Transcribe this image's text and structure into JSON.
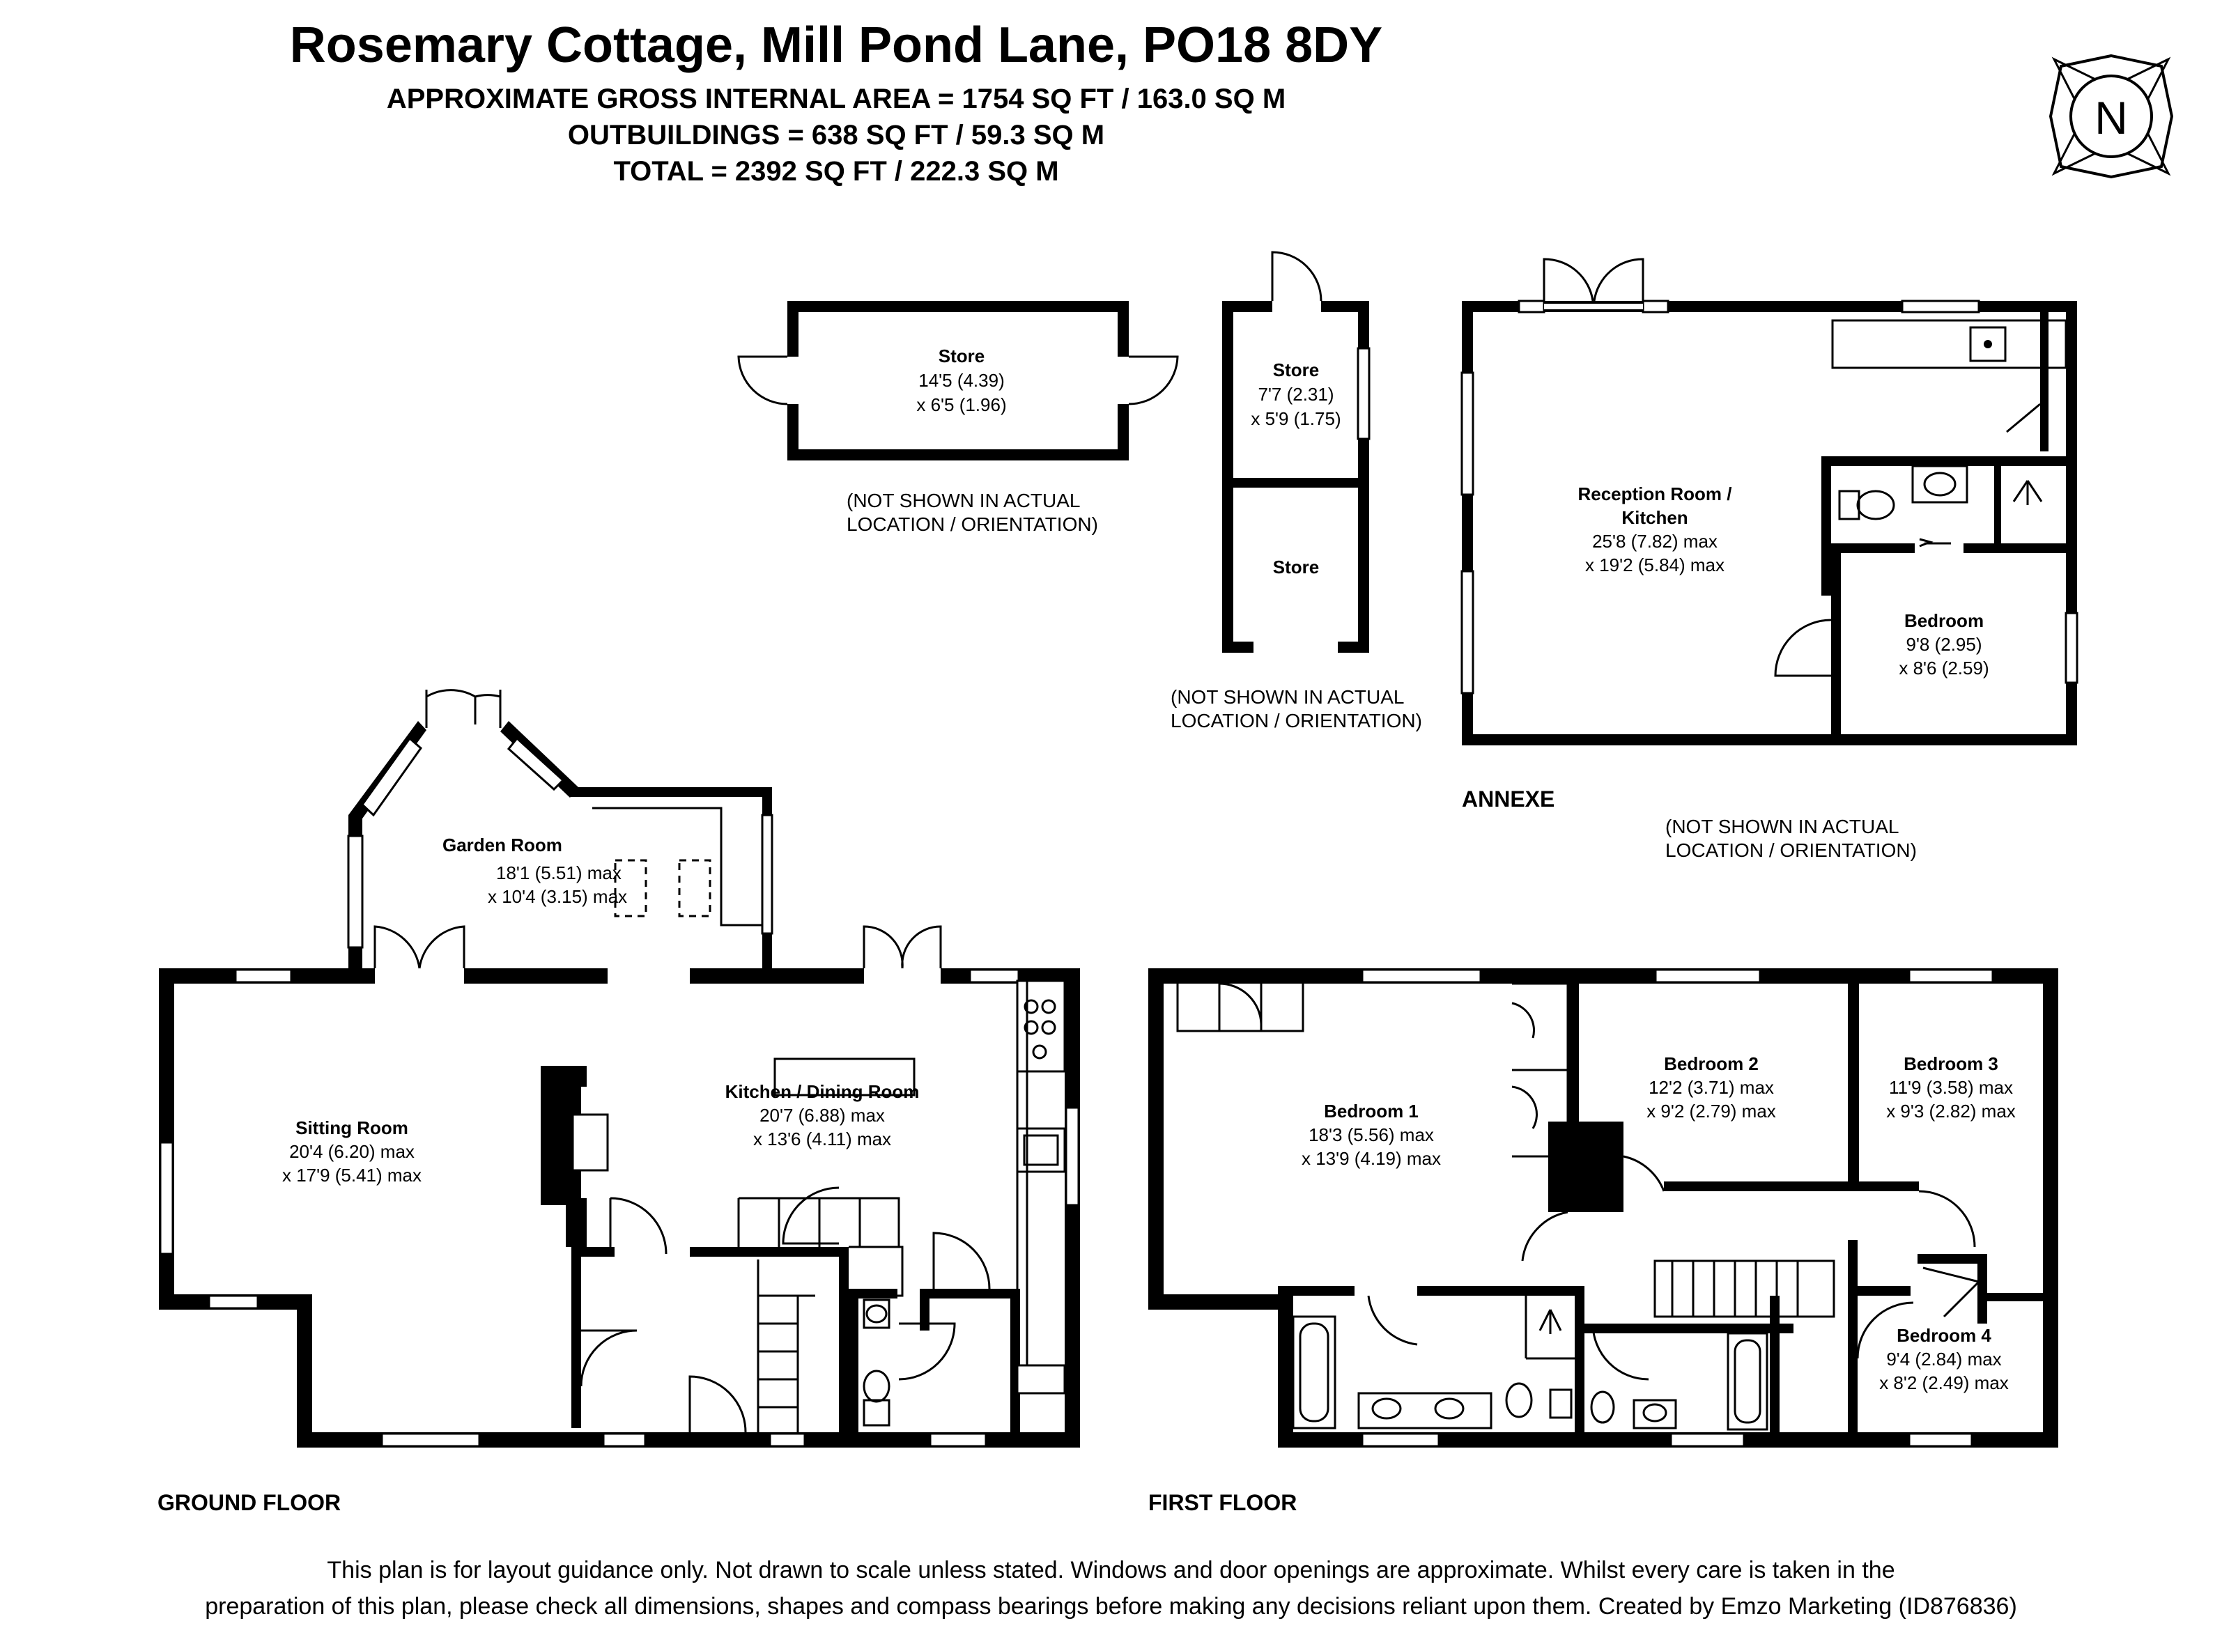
{
  "header": {
    "title": "Rosemary Cottage, Mill Pond Lane, PO18 8DY",
    "gross_area": "APPROXIMATE GROSS INTERNAL AREA = 1754 SQ FT / 163.0 SQ M",
    "outbuildings": "OUTBUILDINGS = 638 SQ FT / 59.3 SQ M",
    "total": "TOTAL = 2392 SQ FT / 222.3 SQ M"
  },
  "compass": {
    "letter": "N",
    "icon": "north-compass-icon"
  },
  "notes": {
    "not_shown_line1": "(NOT SHOWN IN ACTUAL",
    "not_shown_line2": "LOCATION / ORIENTATION)"
  },
  "sections": {
    "ground_floor": "GROUND FLOOR",
    "first_floor": "FIRST FLOOR",
    "annexe": "ANNEXE"
  },
  "rooms": {
    "store1": {
      "name": "Store",
      "dim1": "14'5 (4.39)",
      "dim2": "x 6'5 (1.96)"
    },
    "store2": {
      "name": "Store",
      "dim1": "7'7 (2.31)",
      "dim2": "x 5'9 (1.75)"
    },
    "store3": {
      "name": "Store"
    },
    "reception": {
      "name1": "Reception Room /",
      "name2": "Kitchen",
      "dim1": "25'8 (7.82) max",
      "dim2": "x 19'2 (5.84) max"
    },
    "annexe_bedroom": {
      "name": "Bedroom",
      "dim1": "9'8 (2.95)",
      "dim2": "x 8'6 (2.59)"
    },
    "garden_room": {
      "name": "Garden Room",
      "dim1": "18'1 (5.51) max",
      "dim2": "x 10'4 (3.15) max"
    },
    "sitting_room": {
      "name": "Sitting Room",
      "dim1": "20'4 (6.20) max",
      "dim2": "x 17'9 (5.41) max"
    },
    "kitchen_dining": {
      "name": "Kitchen / Dining Room",
      "dim1": "20'7 (6.88) max",
      "dim2": "x 13'6 (4.11) max"
    },
    "bedroom1": {
      "name": "Bedroom 1",
      "dim1": "18'3 (5.56) max",
      "dim2": "x 13'9 (4.19) max"
    },
    "bedroom2": {
      "name": "Bedroom 2",
      "dim1": "12'2 (3.71) max",
      "dim2": "x 9'2 (2.79) max"
    },
    "bedroom3": {
      "name": "Bedroom 3",
      "dim1": "11'9 (3.58) max",
      "dim2": "x 9'3 (2.82) max"
    },
    "bedroom4": {
      "name": "Bedroom 4",
      "dim1": "9'4 (2.84) max",
      "dim2": "x 8'2 (2.49) max"
    }
  },
  "footer": {
    "line1": "This plan is for layout guidance only. Not drawn to scale unless stated. Windows and door openings are approximate. Whilst every care is taken in the",
    "line2": "preparation of this plan, please check all dimensions, shapes and compass bearings before making any decisions reliant upon them. Created by Emzo Marketing (ID876836)"
  }
}
